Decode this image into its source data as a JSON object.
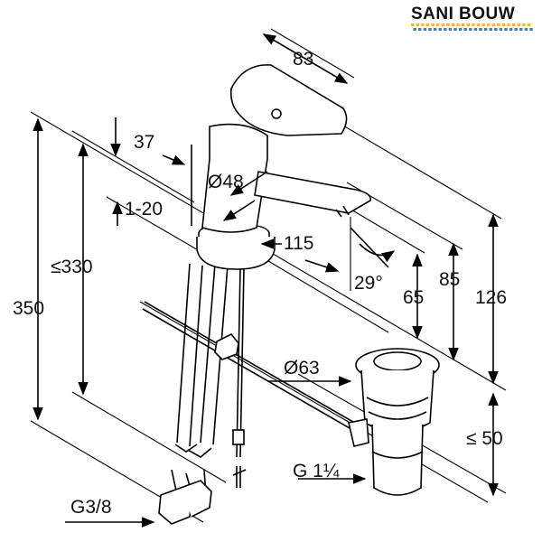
{
  "brand": {
    "part1": "SANI",
    "part2": "BOUW",
    "part1_color": "#3d7fc1",
    "part2_color": "#6a9fd4",
    "dots_color": "#e8b84a"
  },
  "dimensions": {
    "handle_width": "83",
    "spout_offset": "37",
    "body_diameter": "Ø48",
    "deck_thickness": "1-20",
    "spout_reach": "115",
    "spout_angle": "29°",
    "total_height_max": "≤330",
    "total_height": "350",
    "spout_height": "65",
    "outlet_height": "85",
    "top_height": "126",
    "waste_diameter": "Ø63",
    "waste_thread": "G 1¼",
    "waste_depth": "≤ 50",
    "supply_thread": "G3/8"
  }
}
